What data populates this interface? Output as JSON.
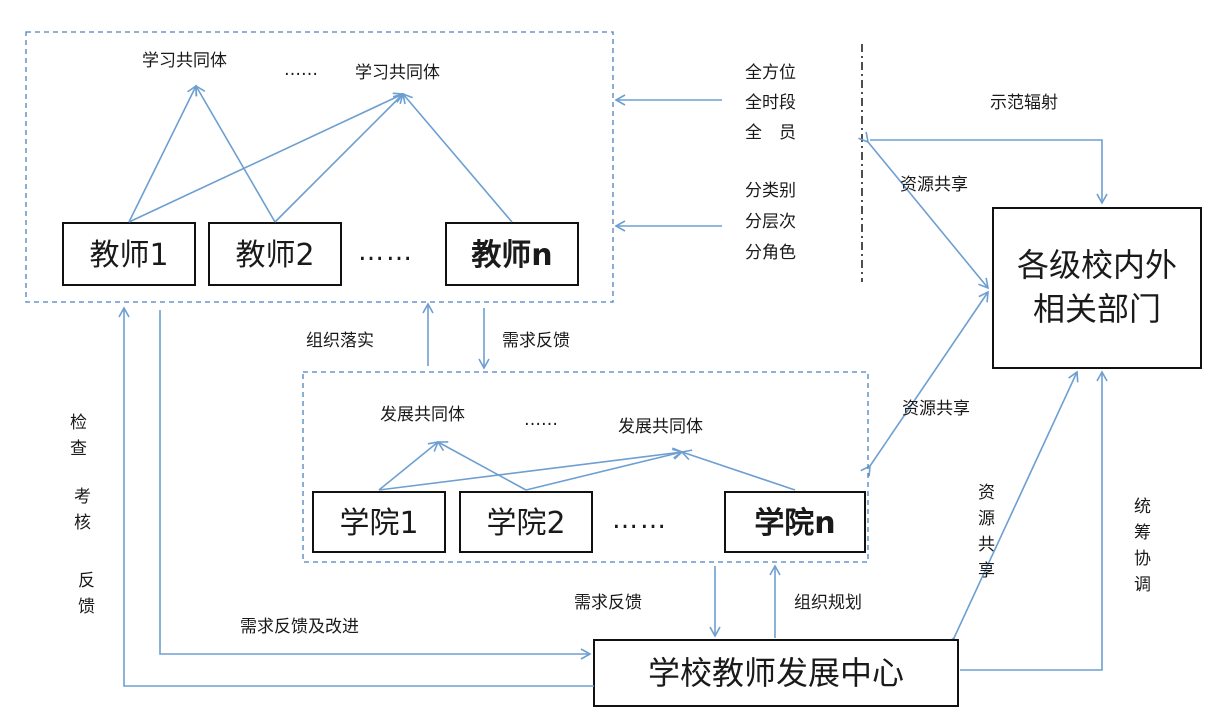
{
  "top_group": {
    "community_left": "学习共同体",
    "community_right": "学习共同体",
    "ellipsis": "……",
    "teachers": [
      "教师1",
      "教师2",
      "教师n"
    ],
    "teacher_ellipsis": "……"
  },
  "scope_labels": {
    "block1": [
      "全方位",
      "全时段",
      "全　员"
    ],
    "block2": [
      "分类别",
      "分层次",
      "分角色"
    ]
  },
  "middle_group": {
    "community_left": "发展共同体",
    "community_right": "发展共同体",
    "ellipsis": "……",
    "colleges": [
      "学院1",
      "学院2",
      "学院n"
    ],
    "college_ellipsis": "……"
  },
  "external_box": {
    "line1": "各级校内外",
    "line2": "相关部门"
  },
  "center_box": {
    "label": "学校教师发展中心"
  },
  "edge_labels": {
    "demonstration": "示范辐射",
    "resource_share_1": "资源共享",
    "resource_share_2": "资源共享",
    "resource_share_3": [
      "资",
      "源",
      "共",
      "享"
    ],
    "coordination": [
      "统",
      "筹",
      "协",
      "调"
    ],
    "organize_implement": "组织落实",
    "demand_feedback_1": "需求反馈",
    "demand_feedback_2": "需求反馈",
    "organize_plan": "组织规划",
    "demand_feedback_improve": "需求反馈及改进",
    "check_assess_feedback": [
      "检",
      "查",
      "考",
      "核",
      "反",
      "馈"
    ]
  },
  "colors": {
    "arrow": "#6d9fd1",
    "dashed_border": "#4e81bd",
    "box_border": "#111111"
  }
}
